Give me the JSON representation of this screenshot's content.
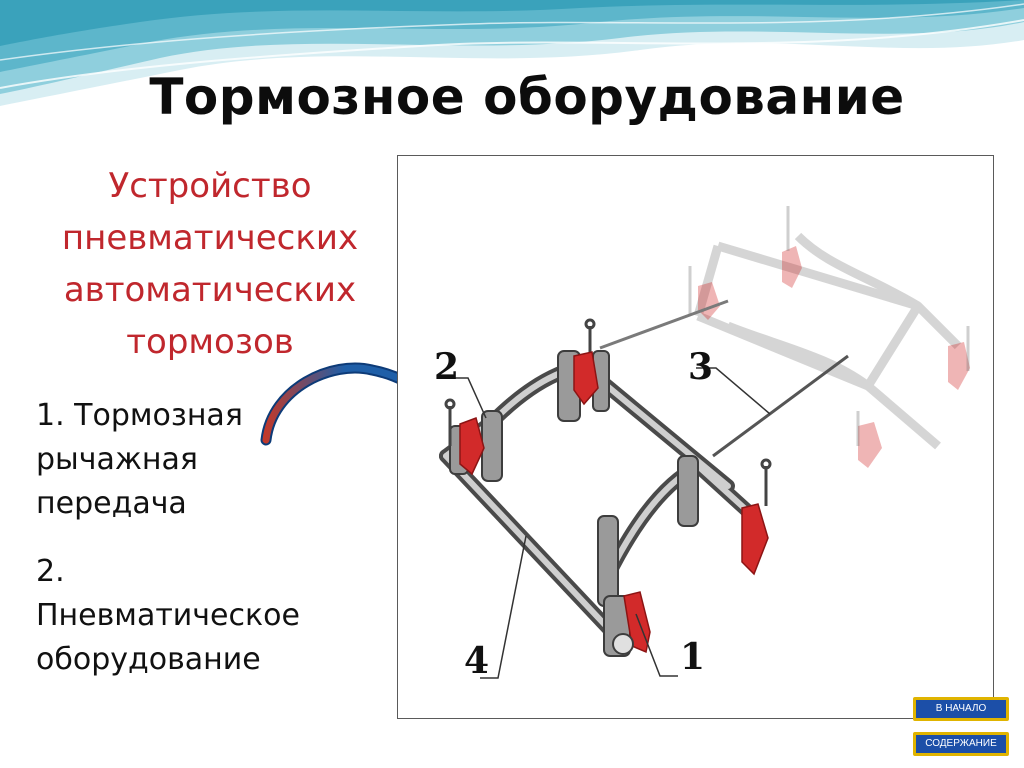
{
  "slide": {
    "title": "Тормозное оборудование",
    "subtitle_lines": [
      "Устройство",
      "пневматических",
      "автоматических",
      "тормозов"
    ],
    "list_items": [
      [
        "1. Тормозная",
        "рычажная",
        "передача"
      ],
      [
        "2.",
        "Пневматическое",
        "оборудование"
      ]
    ]
  },
  "figure": {
    "callouts": {
      "c1": "1",
      "c2": "2",
      "c3": "3",
      "c4": "4"
    }
  },
  "nav": {
    "home_label": "В НАЧАЛО",
    "contents_label": "СОДЕРЖАНИЕ"
  },
  "colors": {
    "title": "#0c0c0c",
    "subtitle": "#c0272d",
    "wave_light": "#d8eef3",
    "wave_mid": "#8fcfdd",
    "wave_dark": "#3aa2bb",
    "brake_shoe": "#d22a2a",
    "nav_button": "#1c4fa8",
    "nav_border": "#e0b400"
  }
}
